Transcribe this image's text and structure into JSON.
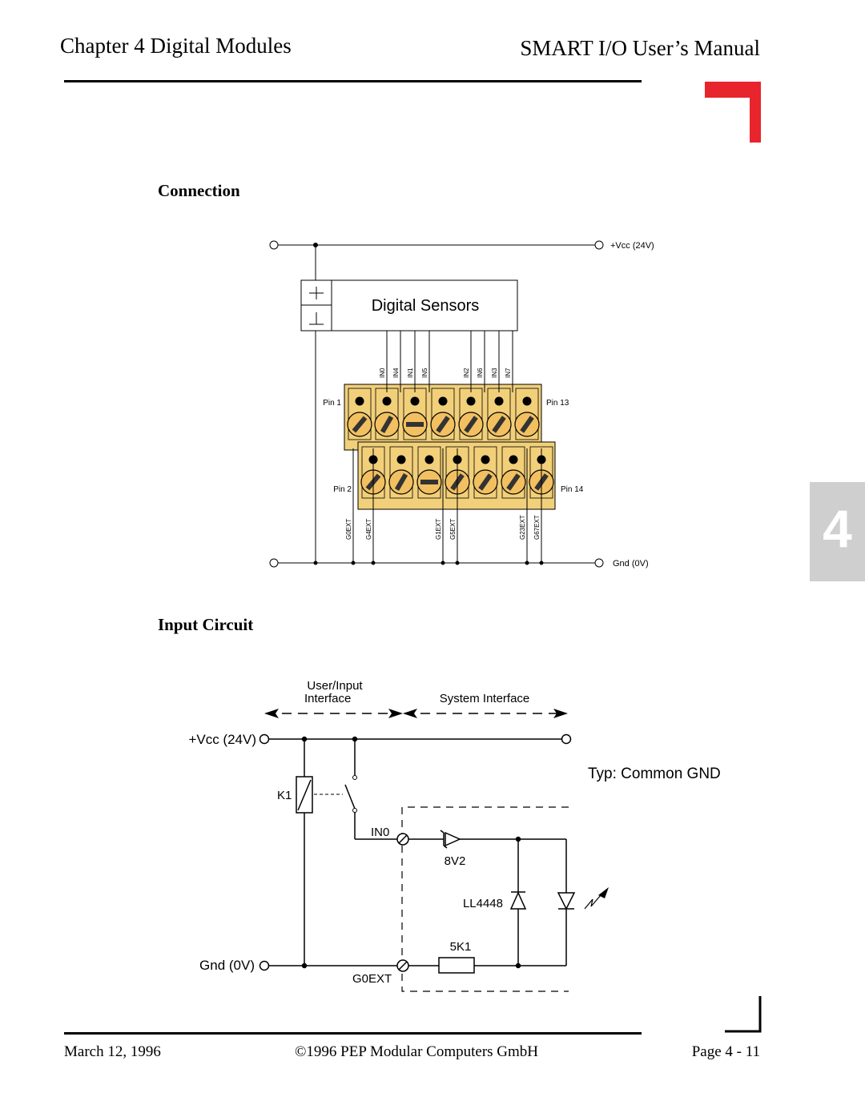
{
  "header": {
    "chapter_title": "Chapter 4  Digital Modules",
    "manual_title": "SMART I/O User’s Manual"
  },
  "sections": {
    "connection_heading": "Connection",
    "input_circuit_heading": "Input Circuit"
  },
  "connection_diagram": {
    "vcc_label": "+Vcc (24V)",
    "gnd_label": "Gnd (0V)",
    "sensor_block": "Digital Sensors",
    "pin1": "Pin 1",
    "pin13": "Pin 13",
    "pin2": "Pin 2",
    "pin14": "Pin 14",
    "input_labels": [
      "IN0",
      "IN4",
      "IN1",
      "IN5",
      "IN2",
      "IN6",
      "IN3",
      "IN7"
    ],
    "ground_labels": [
      "G0EXT",
      "G4EXT",
      "G1EXT",
      "G5EXT",
      "G23EXT",
      "G67EXT"
    ]
  },
  "input_circuit_diagram": {
    "user_interface_label_1": "User/Input",
    "user_interface_label_2": "Interface",
    "system_interface_label": "System Interface",
    "vcc_label": "+Vcc (24V)",
    "gnd_label": "Gnd (0V)",
    "note": "Typ:  Common GND",
    "relay": "K1",
    "input_terminal": "IN0",
    "ground_terminal": "G0EXT",
    "zener": "8V2",
    "diode": "LL4448",
    "resistor": "5K1"
  },
  "footer": {
    "date": "March 12, 1996",
    "copyright": "©1996 PEP Modular Computers GmbH",
    "page": "Page 4 - 11"
  },
  "chapter_tab": "4",
  "colors": {
    "corner_mark": "#e8242c",
    "terminal_fill": "#f2d07a",
    "screw_fill": "#f2c060",
    "chapter_tab": "#cfcfcf"
  }
}
